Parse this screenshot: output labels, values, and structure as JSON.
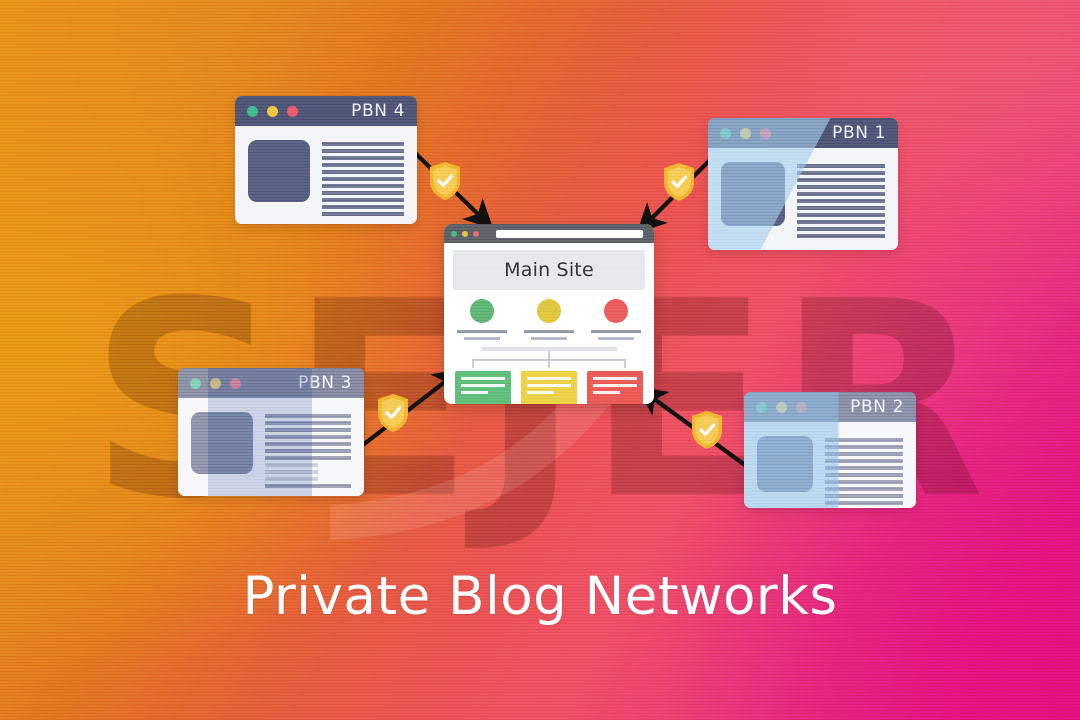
{
  "background": {
    "gradient_from": "#e79117",
    "gradient_mid": "#ea5150",
    "gradient_to": "#e0127d",
    "watermark_text": "SEJER"
  },
  "caption": {
    "text": "Private Blog Networks"
  },
  "main_site": {
    "title": "Main Site",
    "titlebar_color": "#5c6066",
    "dots": [
      "#4cb77f",
      "#e8c13f",
      "#e96a6a"
    ],
    "cards": [
      {
        "name": "card-green",
        "color": "#5cb573"
      },
      {
        "name": "card-yellow",
        "color": "#dfc53f"
      },
      {
        "name": "card-red",
        "color": "#ec5b5b"
      }
    ],
    "boxes": [
      {
        "name": "box-green",
        "color": "#5fbe78"
      },
      {
        "name": "box-yellow",
        "color": "#edd145"
      },
      {
        "name": "box-red",
        "color": "#ec5955"
      }
    ]
  },
  "pbn_windows": [
    {
      "id": "pbn4",
      "title": "PBN 4",
      "titlebar_color": "#4e5575",
      "dots": [
        "#3fb98c",
        "#f0c543",
        "#ef5a6a"
      ],
      "thumb_color": "#565e80",
      "line_count": 11
    },
    {
      "id": "pbn1",
      "title": "PBN 1",
      "titlebar_color": "#4e5575",
      "dots": [
        "#3fb98c",
        "#f0c543",
        "#ef5a6a"
      ],
      "thumb_color": "#565e80",
      "line_count": 11
    },
    {
      "id": "pbn3",
      "title": "PBN 3",
      "titlebar_color": "#4e5575",
      "dots": [
        "#3fb98c",
        "#f0c543",
        "#ef5a6a"
      ],
      "thumb_color": "#565e80",
      "line_count": 11
    },
    {
      "id": "pbn2",
      "title": "PBN 2",
      "titlebar_color": "#50597a",
      "dots": [
        "#3fb98c",
        "#f0c543",
        "#ef5a6a"
      ],
      "thumb_color": "#565e80",
      "line_count": 10
    }
  ],
  "shields": {
    "count": 4,
    "icon": "shield-check-icon",
    "outer_color": "#f2b52e",
    "inner_color": "#f6cb55",
    "check_color": "#ffffff",
    "labels": [
      "shield-pbn4",
      "shield-pbn1",
      "shield-pbn3",
      "shield-pbn2"
    ]
  },
  "arrows": {
    "count": 4,
    "color": "#111111",
    "directions": [
      "pbn4-to-main",
      "pbn1-to-main",
      "pbn3-to-main",
      "pbn2-to-main"
    ]
  }
}
